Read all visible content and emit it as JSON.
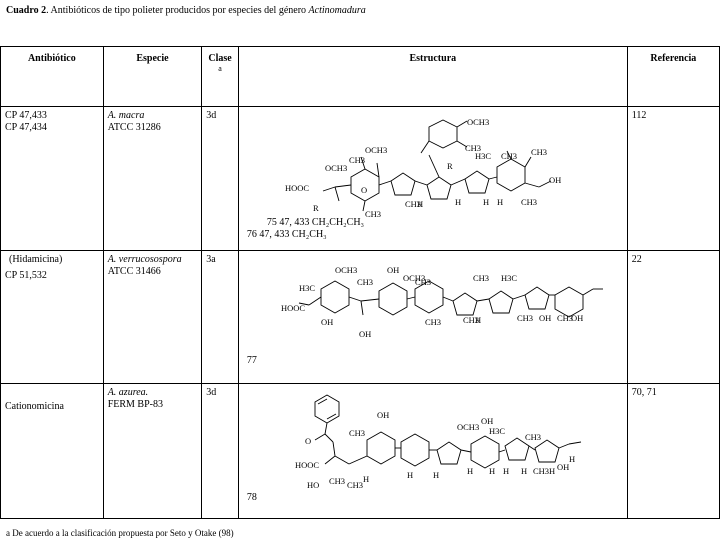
{
  "caption": {
    "number": "Cuadro 2",
    "text": ". Antibióticos de tipo polieter producidos por especies del género ",
    "genus": "Actinomadura"
  },
  "table": {
    "headers": {
      "antibiotic": "Antibiótico",
      "species": "Especie",
      "class": "Clase",
      "class_note": "a",
      "structure": "Estructura",
      "reference": "Referencia"
    },
    "rows": [
      {
        "antibiotic_lines": [
          "CP 47,433",
          "CP 47,434"
        ],
        "species_name": "A. macra",
        "strain": "ATCC 31286",
        "class": "3d",
        "compound_lines": [
          "75 47, 433 CH₂CH₂CH₃",
          "76 47, 433 CH₂CH₃"
        ],
        "reference": "112"
      },
      {
        "antibiotic_lines": [
          "(Hidamicina)",
          "CP 51,532"
        ],
        "species_name": "A. verrucosospora",
        "strain": "ATCC 31466",
        "class": "3a",
        "compound_lines": [
          "77"
        ],
        "reference": "22"
      },
      {
        "antibiotic_lines": [
          "Cationomicina"
        ],
        "species_name": "A. azurea.",
        "strain": "FERM BP-83",
        "class": "3d",
        "compound_lines": [
          "78"
        ],
        "reference": "70, 71"
      }
    ]
  },
  "structure_labels": {
    "s1": [
      "OCH3",
      "CH3",
      "OCH3",
      "CH3",
      "OCH3",
      "R",
      "H3C",
      "CH3",
      "HOOC",
      "R",
      "O",
      "CH3",
      "CH3",
      "H",
      "H",
      "H",
      "H",
      "CH3",
      "OH",
      "CH3"
    ],
    "s2": [
      "OCH3",
      "OH",
      "H3C",
      "CH3",
      "OCH3",
      "CH3",
      "CH3",
      "H3C",
      "HOOC",
      "OH",
      "OH",
      "CH3",
      "CH3",
      "H",
      "CH3",
      "OH",
      "CH3",
      "OH"
    ],
    "s3": [
      "OH",
      "CH3",
      "OCH3",
      "OH",
      "H3C",
      "CH3",
      "O",
      "HOOC",
      "HO",
      "CH3",
      "CH3",
      "H",
      "H",
      "H",
      "H",
      "H",
      "H",
      "H",
      "CH3",
      "H",
      "OH",
      "H"
    ]
  },
  "footnote": "a De acuerdo a la clasificación propuesta por Seto y Otake (98)"
}
